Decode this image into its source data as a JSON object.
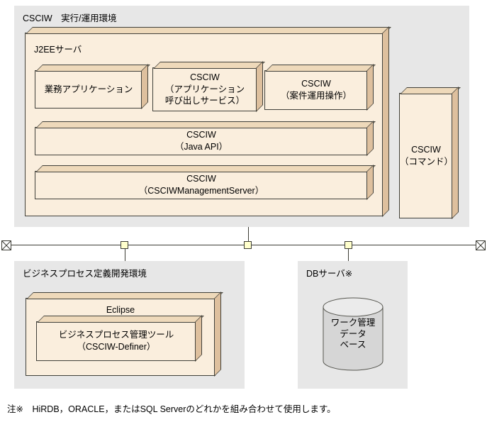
{
  "colors": {
    "panel_bg": "#e7e7e7",
    "box_front": "#faeedd",
    "box_top": "#eed9ba",
    "box_side": "#dec09e",
    "line": "#3c3c34",
    "connector_fill": "#ffffcc",
    "cylinder_body": "#d6d6d6",
    "cylinder_top": "#ebebeb"
  },
  "runtime": {
    "title": "CSCIW　実行/運用環境",
    "j2ee_label": "J2EEサーバ",
    "business_app": "業務アプリケーション",
    "app_call_service": "CSCIW\n（アプリケーション\n呼び出しサービス）",
    "case_operation": "CSCIW\n（案件運用操作）",
    "java_api": "CSCIW\n（Java API）",
    "management_server": "CSCIW\n（CSCIWManagementServer）",
    "command": "CSCIW\n（コマンド）"
  },
  "development": {
    "title": "ビジネスプロセス定義開発環境",
    "eclipse_label": "Eclipse",
    "definer": "ビジネスプロセス管理ツール\n（CSCIW-Definer）"
  },
  "db": {
    "title": "DBサーバ※",
    "database": "ワーク管理\nデータ\nベース"
  },
  "note": "注※　HiRDB，ORACLE，またはSQL Serverのどれかを組み合わせて使用します。"
}
